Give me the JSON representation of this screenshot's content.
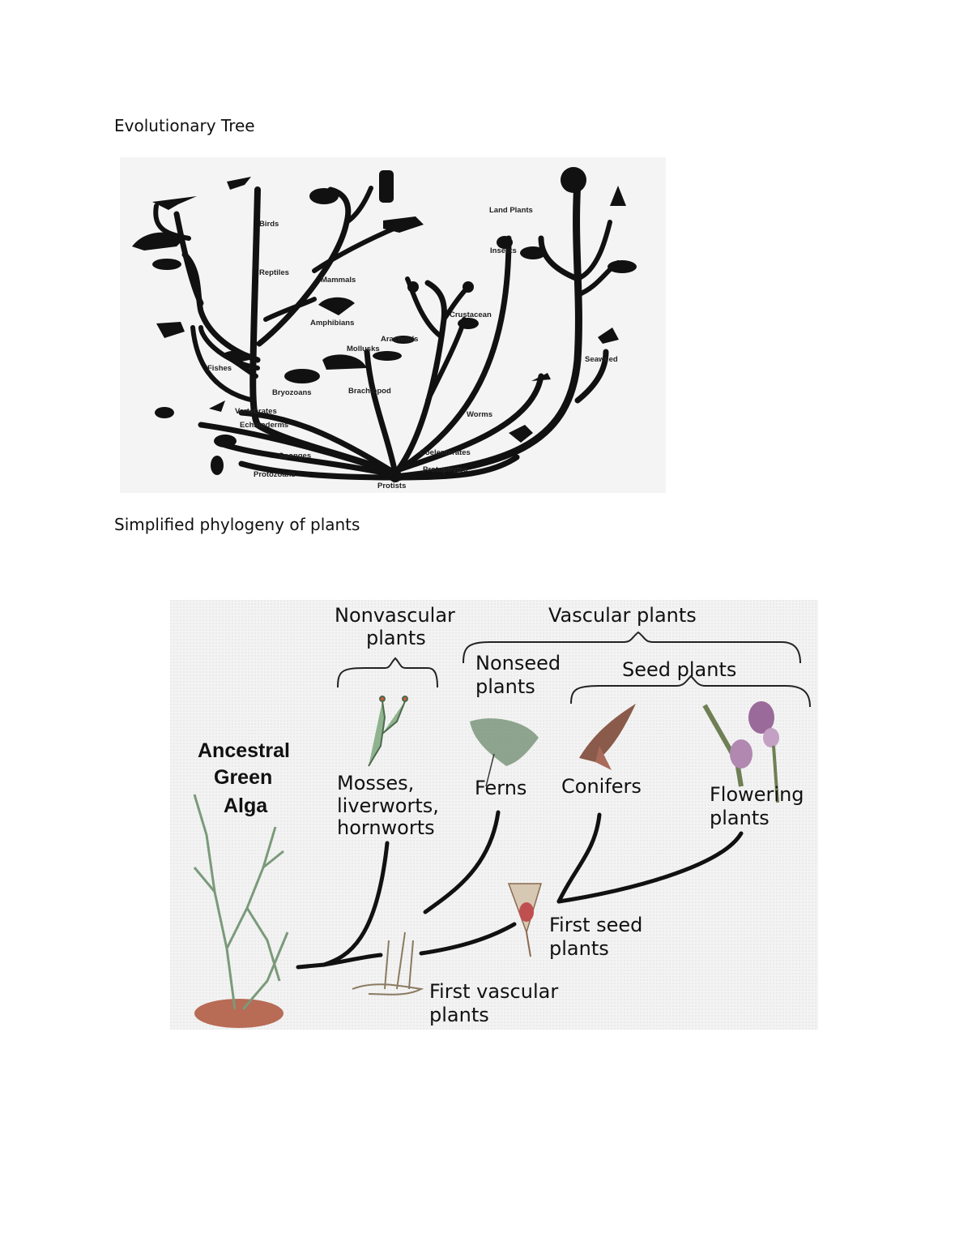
{
  "page": {
    "heading1": "Evolutionary Tree",
    "heading2": "Simplified phylogeny of plants"
  },
  "tree1": {
    "labels": {
      "birds": "Birds",
      "reptiles": "Reptiles",
      "mammals": "Mammals",
      "land_plants": "Land Plants",
      "insects": "Insects",
      "amphibians": "Amphibians",
      "crustacean": "Crustacean",
      "arachnids": "Arachnids",
      "mollusks": "Mollusks",
      "seaweed": "Seaweed",
      "fishes": "Fishes",
      "bryozoans": "Bryozoans",
      "brachiopod": "Brachiopod",
      "vertebrates": "Vertebrates",
      "echinoderms": "Echinoderms",
      "worms": "Worms",
      "sponges": "Sponges",
      "coelenterates": "Coelenterates",
      "protozoans": "Protozoans",
      "protophytes": "Protophytes",
      "protists": "Protists"
    }
  },
  "tree2": {
    "groups": {
      "nonvascular_l1": "Nonvascular",
      "nonvascular_l2": "plants",
      "vascular": "Vascular plants",
      "nonseed_l1": "Nonseed",
      "nonseed_l2": "plants",
      "seed": "Seed plants"
    },
    "taxa": {
      "ancestral_l1": "Ancestral",
      "ancestral_l2": "Green",
      "ancestral_l3": "Alga",
      "mosses_l1": "Mosses,",
      "mosses_l2": "liverworts,",
      "mosses_l3": "hornworts",
      "ferns": "Ferns",
      "conifers": "Conifers",
      "flowering_l1": "Flowering",
      "flowering_l2": "plants",
      "first_seed_l1": "First seed",
      "first_seed_l2": "plants",
      "first_vascular_l1": "First vascular",
      "first_vascular_l2": "plants"
    }
  }
}
